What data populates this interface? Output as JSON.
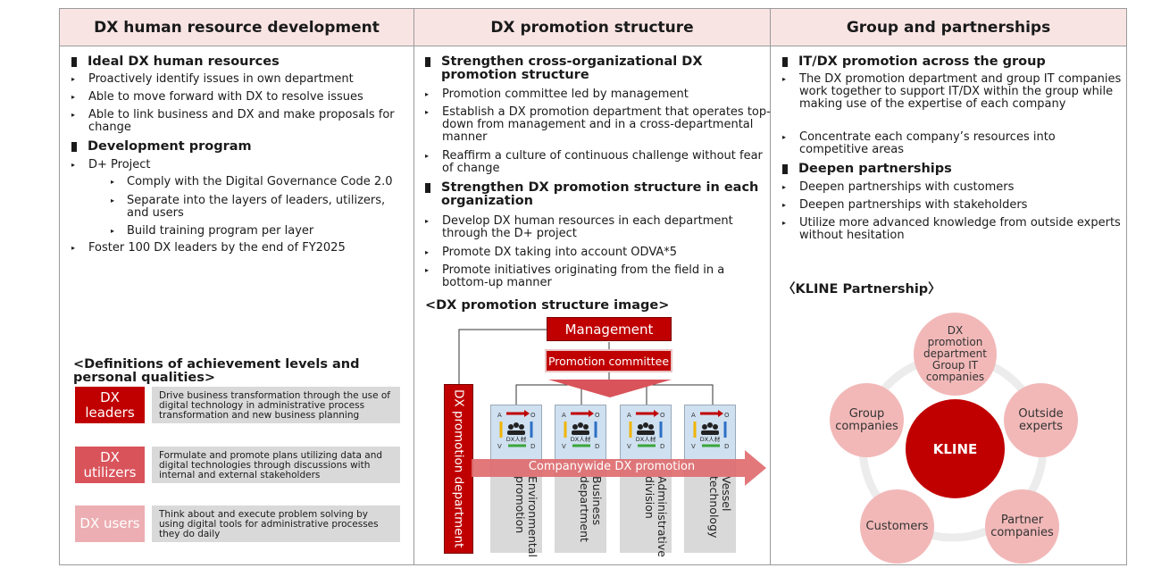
{
  "columns": {
    "hr": "DX human resource development",
    "structure": "DX promotion structure",
    "group": "Group and partnerships"
  },
  "hr": {
    "ideal_title": "Ideal DX human resources",
    "ideal_items": [
      "Proactively identify issues in own department",
      "Able to move forward with DX to resolve issues",
      "Able to link business and DX and make proposals for change"
    ],
    "dev_title": "Development program",
    "dplus": "D+ Project",
    "dplus_sub": [
      "Comply with the Digital Governance Code 2.0",
      "Separate into the layers of leaders, utilizers, and users",
      "Build training program per layer"
    ],
    "foster": "Foster 100 DX leaders by the end of FY2025",
    "levels_title": "<Definitions of achievement levels and personal qualities>",
    "levels": [
      {
        "name": "DX leaders",
        "desc": "Drive business transformation through the use of digital technology in administrative process transformation and new business planning",
        "color": "#c00000"
      },
      {
        "name": "DX utilizers",
        "desc": "Formulate and promote plans utilizing data and digital technologies through discussions with internal and external stakeholders",
        "color": "#d9535b"
      },
      {
        "name": "DX users",
        "desc": "Think about and execute problem solving by using digital tools for administrative processes they do daily",
        "color": "#ecaeb2"
      }
    ]
  },
  "structure": {
    "cross_title": "Strengthen cross-organizational DX promotion structure",
    "cross_items": [
      "Promotion committee led by management",
      "Establish a DX promotion department that operates top-down from management and in a cross-departmental manner",
      "Reaffirm a culture of continuous challenge without fear of change"
    ],
    "each_title": "Strengthen DX promotion structure in each organization",
    "each_items": [
      "Develop DX human resources in each department through the D+ project",
      "Promote DX taking into account ODVA*5",
      "Promote initiatives originating from the field in a bottom-up manner"
    ],
    "image_title": "<DX promotion structure image>",
    "management": "Management",
    "committee": "Promotion committee",
    "dx_dept": "DX promotion department",
    "companywide": "Companywide DX promotion",
    "departments": [
      "Environmental promotion",
      "Business department",
      "Administrative division",
      "Vessel technology"
    ],
    "cycle_letters": {
      "a": "A",
      "o": "O",
      "v": "V",
      "d": "D"
    },
    "cycle_label": "DX人材"
  },
  "group": {
    "it_title": "IT/DX promotion across the group",
    "it_items": [
      "The DX promotion department and group IT companies work together to support IT/DX within the group while making use of the expertise of each company",
      "Concentrate each company’s resources into competitive areas"
    ],
    "deepen_title": "Deepen partnerships",
    "deepen_items": [
      "Deepen partnerships with customers",
      "Deepen partnerships with stakeholders",
      "Utilize more advanced knowledge from outside experts without hesitation"
    ],
    "kline_title": "〈KLINE Partnership〉",
    "center": "KLINE",
    "nodes": {
      "top": "DX promotion department Group IT companies",
      "left": "Group companies",
      "right": "Outside experts",
      "bottom_left": "Customers",
      "bottom_right": "Partner companies"
    }
  }
}
